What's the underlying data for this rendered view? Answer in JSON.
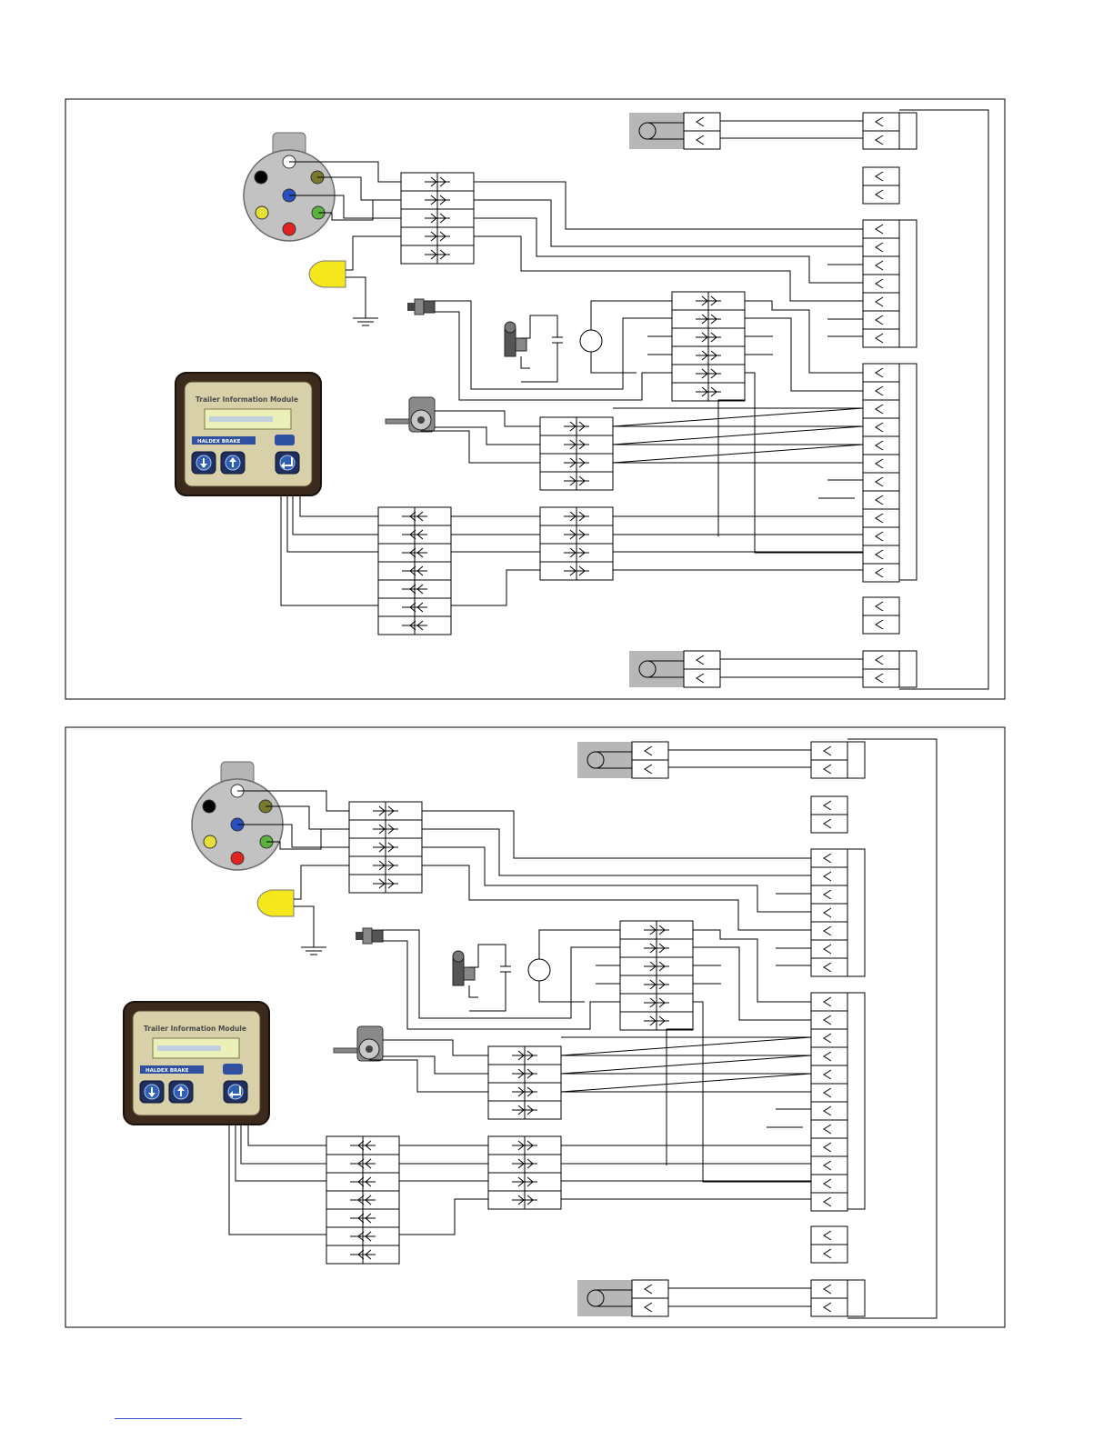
{
  "panels": [
    {
      "id": "upper",
      "module_title": "Trailer Information Module",
      "module_brand": "HALDEX BRAKE"
    },
    {
      "id": "lower",
      "module_title": "Trailer Information Module",
      "module_brand": "HALDEX BRAKE"
    }
  ],
  "colors": {
    "socket_pins": [
      "#ffffff",
      "#000000",
      "#7a7a2e",
      "#2b4fbf",
      "#e8e03a",
      "#59b33c",
      "#e32222"
    ],
    "lamp": "#f4e81c",
    "module_body": "#3c2b1c",
    "module_face": "#d8d0a8",
    "sensor_box": "#b7b7b7"
  },
  "icons": [
    "trailer-socket-icon",
    "warning-lamp-icon",
    "ground-symbol-icon",
    "pressure-sensor-icon",
    "valve-icon",
    "wheel-speed-sensor-icon",
    "down-arrow-button-icon",
    "up-arrow-button-icon",
    "enter-button-icon"
  ]
}
